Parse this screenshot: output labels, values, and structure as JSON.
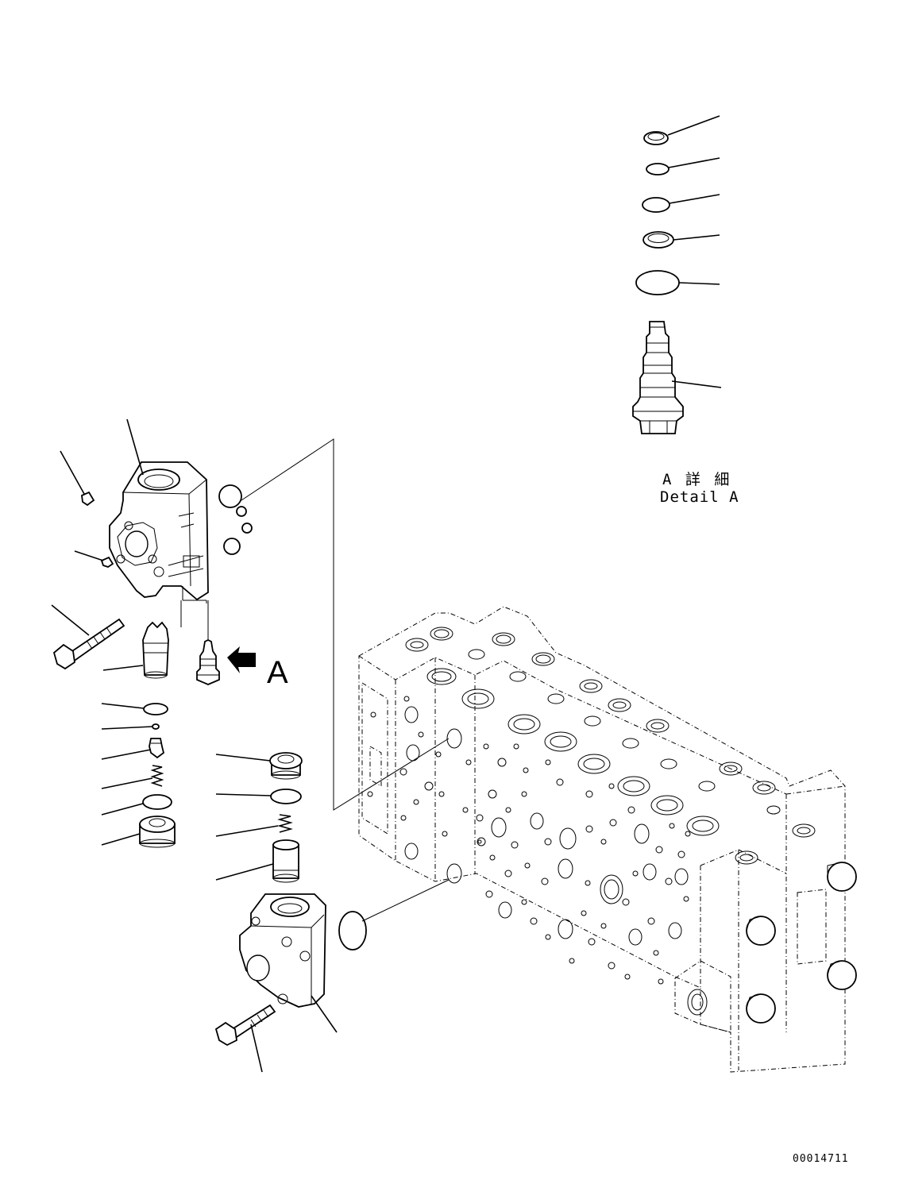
{
  "diagram": {
    "view_label": "A",
    "detail_caption_jp": "A 詳 細",
    "detail_caption_en": "Detail A",
    "drawing_number": "00014711"
  }
}
